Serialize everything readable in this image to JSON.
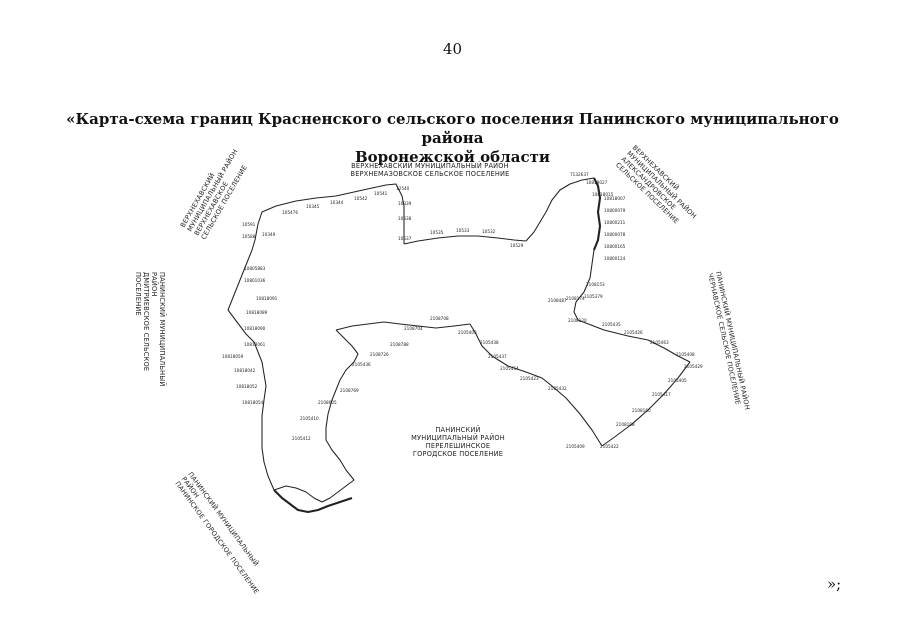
{
  "page_number": "40",
  "title_line1": "«Карта-схема границ Красненского сельского поселения Панинского муниципального района",
  "title_line2": "Воронежской области",
  "closing": "»;",
  "regions": {
    "verkhnekhavsky_verkhnekhavskoe": [
      "ВЕРХНЕХАВСКИЙ",
      "МУНИЦИПАЛЬНЫЙ РАЙОН",
      "ВЕРХНЕХАВСКОЕ",
      "СЕЛЬСКОЕ ПОСЕЛЕНИЕ"
    ],
    "verkhnemazovskoe": [
      "ВЕРХНЕХАВСКИЙ МУНИЦИПАЛЬНЫЙ РАЙОН",
      "ВЕРХНЕМАЗОВСКОЕ СЕЛЬСКОЕ ПОСЕЛЕНИЕ"
    ],
    "aleksandrovskoe": [
      "ВЕРХНЕХАВСКИЙ",
      "МУНИЦИПАЛЬНЫЙ РАЙОН",
      "АЛЕКСАНДРОВСКОЕ",
      "СЕЛЬСКОЕ ПОСЕЛЕНИЕ"
    ],
    "dmitrievskoe": [
      "ПАНИНСКИЙ МУНИЦИПАЛЬНЫЙ",
      "РАЙОН",
      "ДМИТРИЕВСКОЕ СЕЛЬСКОЕ",
      "ПОСЕЛЕНИЕ"
    ],
    "chernavskoe": [
      "ПАНИНСКИЙ МУНИЦИПАЛЬНЫЙ РАЙОН",
      "ЧЕРНАВСКОЕ СЕЛЬСКОЕ ПОСЕЛЕНИЕ"
    ],
    "pereleshinskoe": [
      "ПАНИНСКИЙ",
      "МУНИЦИПАЛЬНЫЙ РАЙОН",
      "ПЕРЕЛЕШИНСКОЕ",
      "ГОРОДСКОЕ ПОСЕЛЕНИЕ"
    ],
    "paninskoe": [
      "ПАНИНСКИЙ МУНИЦИПАЛЬНЫЙ",
      "РАЙОН",
      "ПАНИНСКОЕ ГОРОДСКОЕ ПОСЕЛЕНИЕ"
    ]
  },
  "point_labels": [
    "10591",
    "10588",
    "10349",
    "105476",
    "10345",
    "10344",
    "10542",
    "10541",
    "12540",
    "10339",
    "10538",
    "10537",
    "10535",
    "10533",
    "10532",
    "10529",
    "7132637",
    "10818027",
    "10818015",
    "10818007",
    "10800079",
    "10800211",
    "10800078",
    "10800165",
    "10800124",
    "2108174",
    "2108153",
    "2105379",
    "2108487",
    "2108120",
    "2105435",
    "2105426",
    "2105463",
    "2105408",
    "2105429",
    "2105405",
    "2105417",
    "2108160",
    "2108108",
    "2105422",
    "2105409",
    "2105432",
    "2105423",
    "2105454",
    "2105437",
    "2105438",
    "2105403",
    "2108708",
    "2108704",
    "2108788",
    "2108726",
    "2105436",
    "2108769",
    "2108605",
    "2105410",
    "2105412",
    "10805883",
    "10801036",
    "10818091",
    "10818089",
    "10818090",
    "10818061",
    "10818059",
    "10818042",
    "10818052",
    "10818054"
  ]
}
